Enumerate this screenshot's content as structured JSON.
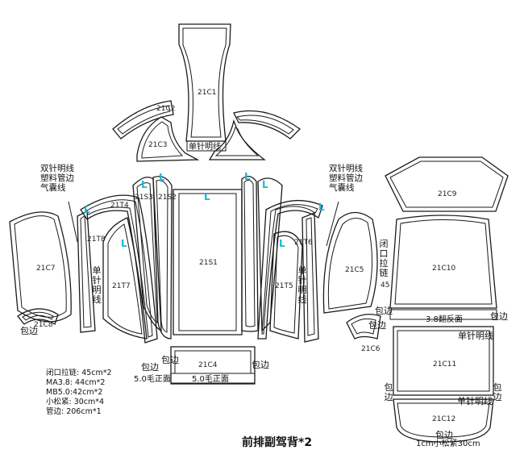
{
  "pieces": {
    "c1": "21C1",
    "c2": "21C2",
    "c3": "21C3",
    "c4": "21C4",
    "c5": "21C5",
    "c6": "21C6",
    "c7": "21C7",
    "c8": "21C8",
    "c9": "21C9",
    "c10": "21C10",
    "c11": "21C11",
    "c12": "21C12",
    "s1": "21S1",
    "s2": "21S2",
    "s3": "21S3",
    "t4": "21T4",
    "t5": "21T5",
    "t6": "21T6",
    "t7": "21T7",
    "t8": "21T8"
  },
  "mark_letter": "L",
  "annotations": {
    "single_topstitch": "单针明线",
    "binding": "包边",
    "wool_face": "5.0毛正面",
    "reverse_face": "3.8翻反面",
    "zipper_close": "闭口拉链",
    "num_45": "45",
    "elastic_bottom": "1cm小松紧30cm",
    "left_note": [
      "双针明线",
      "塑料管边",
      "气囊线"
    ],
    "right_note": [
      "双针明线",
      "塑料管边",
      "气囊线"
    ]
  },
  "notes": [
    "闭口拉链: 45cm*2",
    "MA3.8: 44cm*2",
    "MB5.0:42cm*2",
    "小松紧: 30cm*4",
    "管边: 206cm*1"
  ],
  "title": "前排副驾背*2",
  "colors": {
    "outline": "#1a1a1a",
    "mark": "#19b7d6",
    "background": "#ffffff"
  }
}
